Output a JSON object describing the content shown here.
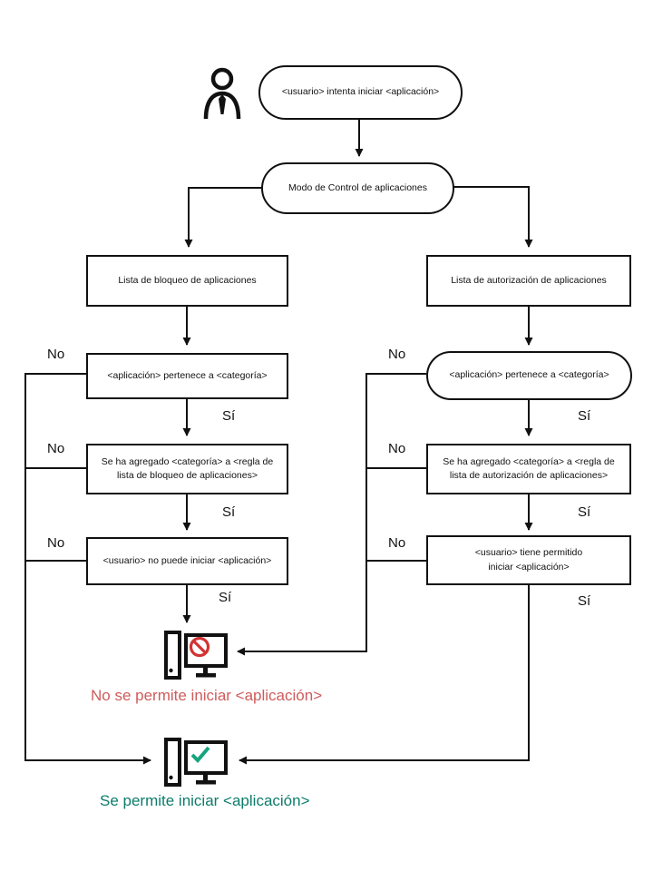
{
  "flow": {
    "start": "<usuario> intenta iniciar <aplicación>",
    "mode": "Modo de Control de aplicaciones",
    "no_label": "No",
    "yes_label": "Sí",
    "left_branch": {
      "list": "Lista de bloqueo de aplicaciones",
      "belongs": "<aplicación> pertenece a <categoría>",
      "rule": "Se ha agregado <categoría> a <regla de lista de bloqueo de aplicaciones>",
      "verdict": "<usuario> no puede iniciar <aplicación>"
    },
    "right_branch": {
      "list": "Lista de autorización de aplicaciones",
      "belongs": "<aplicación> pertenece a <categoría>",
      "rule": "Se ha agregado <categoría> a <regla de lista de autorización de aplicaciones>",
      "verdict": "<usuario> tiene permitido iniciar <aplicación>"
    },
    "denied_text": "No se permite iniciar <aplicación>",
    "allowed_text": "Se permite iniciar <aplicación>"
  },
  "colors": {
    "line": "#111111",
    "denied_text": "#cd5c5c",
    "allowed_text": "#0e7c6b",
    "prohibited_sign": "#d23333",
    "check_mark": "#18a37f"
  }
}
